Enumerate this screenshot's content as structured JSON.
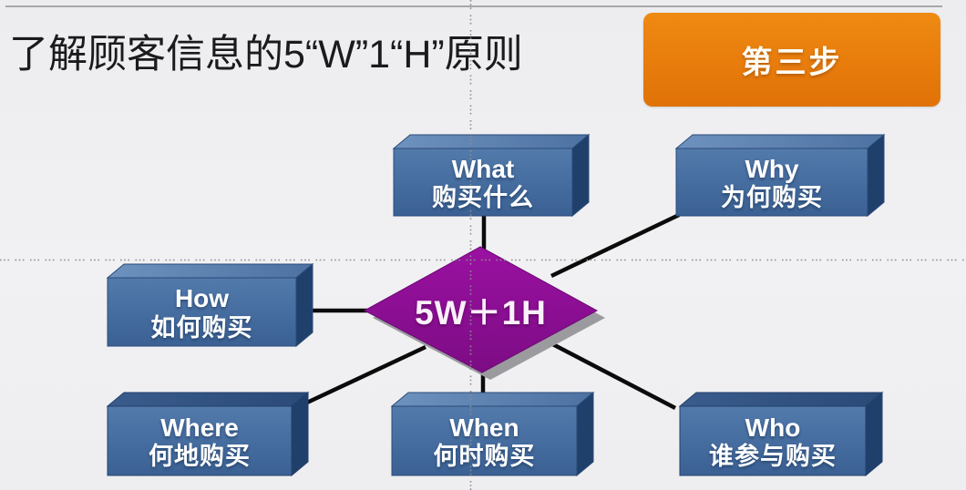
{
  "slide": {
    "title": "了解顾客信息的5“W”1“H”原则",
    "step_badge": "第三步",
    "colors": {
      "badge_orange": "#e87c0c",
      "node_blue_front": "#44699c",
      "node_blue_top": "#5f84b2",
      "node_blue_side": "#20406c",
      "diamond_purple": "#8a0d91",
      "connector_black": "#0b0b0b",
      "guide_gray": "#8d8d91",
      "background": "#efeff1"
    }
  },
  "diagram": {
    "center": {
      "label": "5W＋1H"
    },
    "nodes": [
      {
        "id": "what",
        "en": "What",
        "zh": "购买什么"
      },
      {
        "id": "why",
        "en": "Why",
        "zh": "为何购买"
      },
      {
        "id": "how",
        "en": "How",
        "zh": "如何购买"
      },
      {
        "id": "where",
        "en": "Where",
        "zh": "何地购买"
      },
      {
        "id": "when",
        "en": "When",
        "zh": "何时购买"
      },
      {
        "id": "who",
        "en": "Who",
        "zh": "谁参与购买"
      }
    ]
  }
}
